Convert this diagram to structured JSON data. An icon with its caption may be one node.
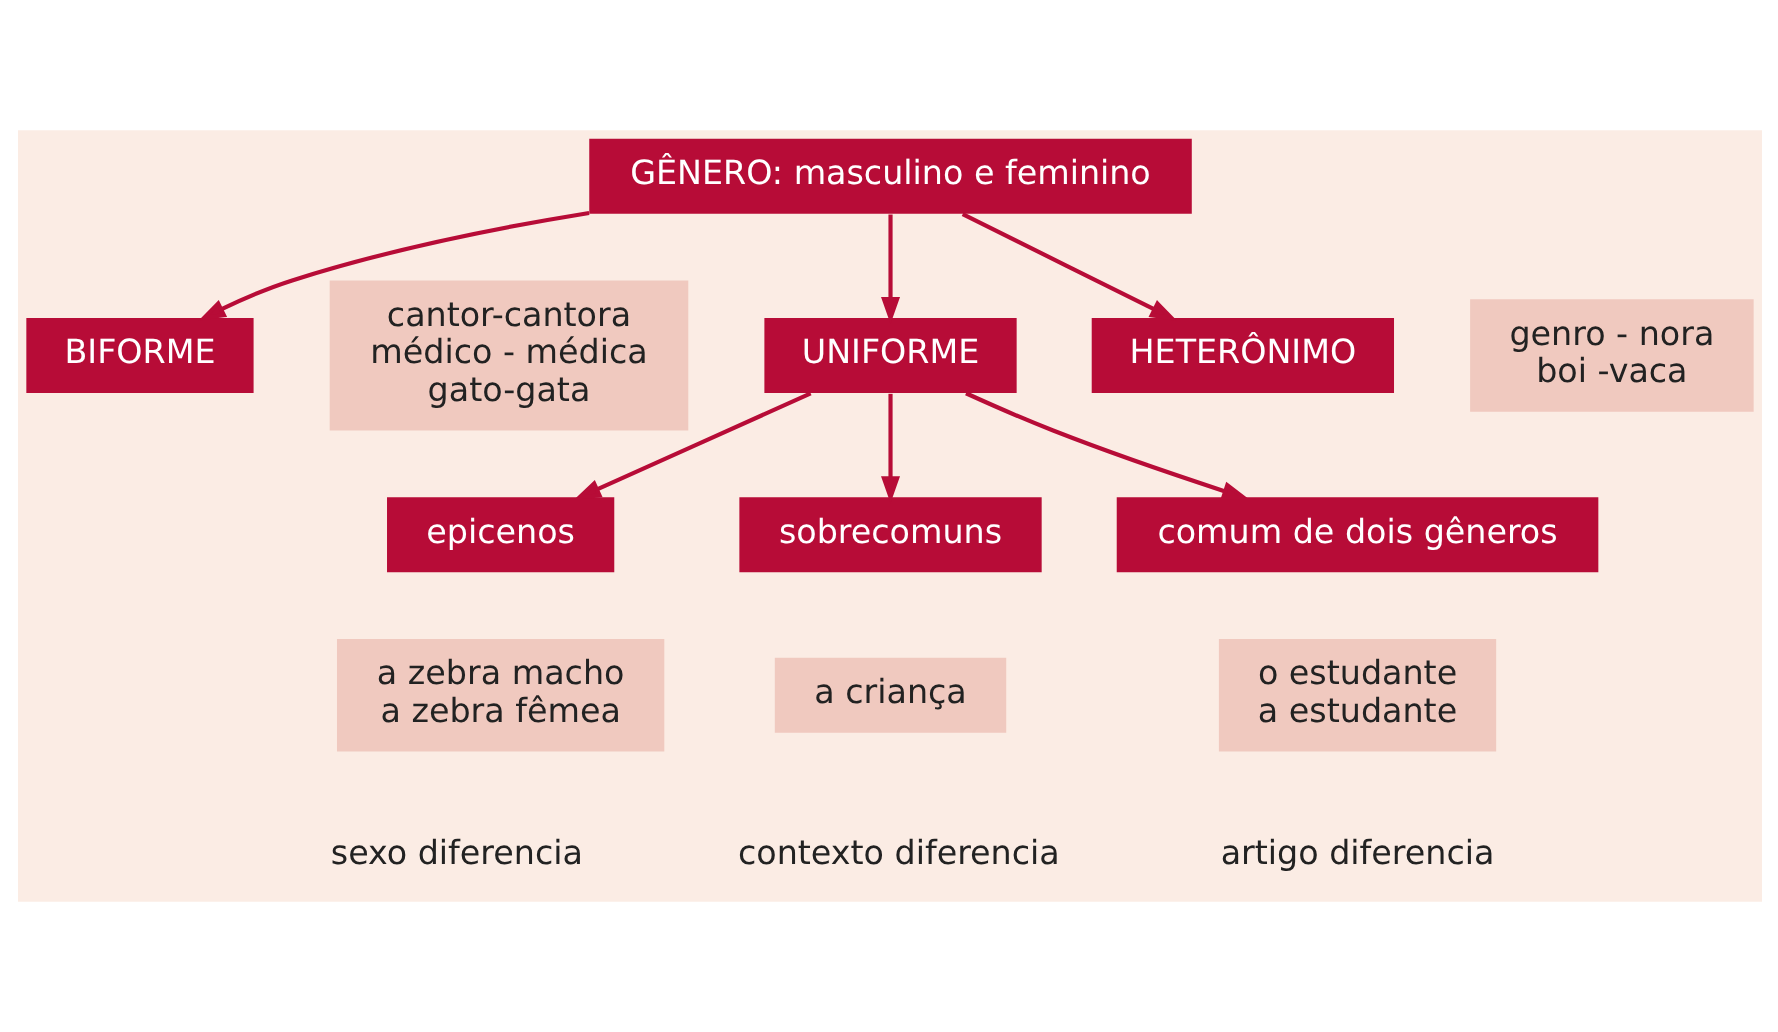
{
  "diagram": {
    "nodes": [
      {
        "text": [
          "GÊNERO: masculino e feminino"
        ]
      },
      {
        "text": [
          "BIFORME"
        ]
      },
      {
        "text": [
          "cantor-cantora",
          "médico - médica",
          "gato-gata"
        ]
      },
      {
        "text": [
          "UNIFORME"
        ]
      },
      {
        "text": [
          "HETERÔNIMO"
        ]
      },
      {
        "text": [
          "genro - nora",
          "boi -vaca"
        ]
      },
      {
        "text": [
          "epicenos"
        ]
      },
      {
        "text": [
          "sobrecomuns"
        ]
      },
      {
        "text": [
          "comum de dois gêneros"
        ]
      },
      {
        "text": [
          "a zebra macho",
          "a zebra fêmea"
        ],
        "beside": [
          "sexo diferencia"
        ]
      },
      {
        "text": [
          "a criança"
        ],
        "beside": [
          "contexto diferencia"
        ]
      },
      {
        "text": [
          "o estudante",
          "a estudante"
        ],
        "beside": [
          "artigo diferencia"
        ]
      }
    ],
    "edges": [
      {
        "from": 0,
        "to": 1,
        "arrow": "to"
      },
      {
        "from": 0,
        "to": 3,
        "arrow": "to"
      },
      {
        "from": 0,
        "to": 4,
        "arrow": "to"
      },
      {
        "from": 3,
        "to": 6,
        "arrow": "to"
      },
      {
        "from": 3,
        "to": 7,
        "arrow": "to"
      },
      {
        "from": 3,
        "to": 8,
        "arrow": "to"
      }
    ]
  }
}
